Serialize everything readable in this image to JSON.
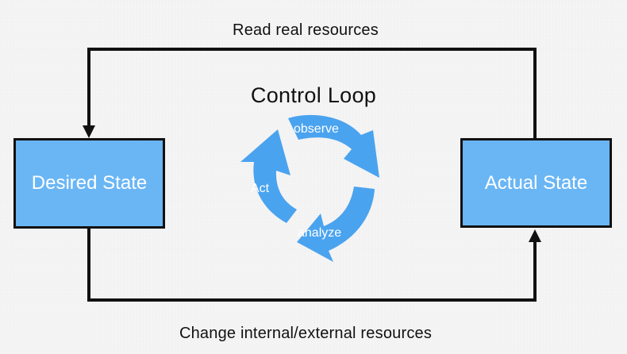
{
  "diagram": {
    "top_label": "Read real resources",
    "bottom_label": "Change internal/external resources",
    "title": "Control Loop",
    "left_box": "Desired State",
    "right_box": "Actual State",
    "cycle": {
      "steps": [
        "observe",
        "analyze",
        "Act"
      ]
    },
    "colors": {
      "box_fill": "#6ab6f5",
      "cycle_fill": "#4aa3ef",
      "line": "#111111"
    }
  }
}
